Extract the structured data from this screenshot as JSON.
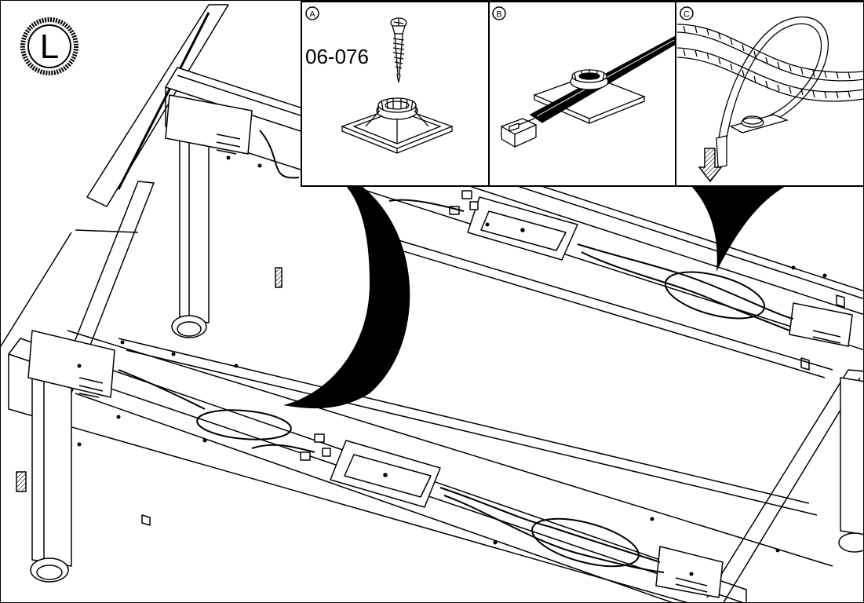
{
  "step": {
    "letter": "L"
  },
  "panels": [
    {
      "letter": "A",
      "part_number": "06-076"
    },
    {
      "letter": "B"
    },
    {
      "letter": "C"
    }
  ]
}
